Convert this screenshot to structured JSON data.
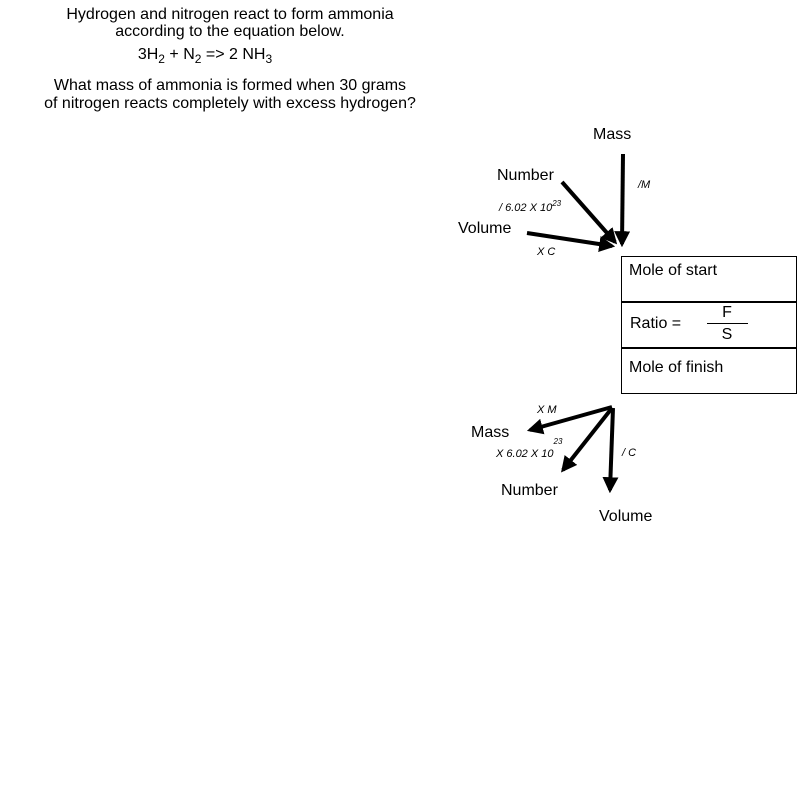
{
  "question": {
    "line1": "Hydrogen and nitrogen react to form ammonia",
    "line2": "according to the equation below.",
    "equation": {
      "coef_h": "3H",
      "sub_h": "2",
      "plus": "+ N",
      "sub_n": "2",
      "arrow_rhs": "=> 2 NH",
      "sub_nh": "3"
    },
    "prompt_line1": "What mass of ammonia is formed when 30 grams",
    "prompt_line2": "of nitrogen reacts completely with excess hydrogen?"
  },
  "start_inputs": {
    "mass": "Mass",
    "mass_op": "/M",
    "number": "Number",
    "number_op": "/ 6.02 X 10",
    "number_exp": "23",
    "volume": "Volume",
    "volume_op": "X C"
  },
  "boxes": {
    "mole_start": "Mole of start",
    "ratio_label": "Ratio =",
    "ratio_numerator": "F",
    "ratio_denominator": "S",
    "mole_finish": "Mole of finish"
  },
  "finish_outputs": {
    "mass": "Mass",
    "mass_op": "X M",
    "number": "Number",
    "number_op": "X 6.02 X 10",
    "number_exp": "23",
    "volume": "Volume",
    "volume_op": "/ C"
  }
}
